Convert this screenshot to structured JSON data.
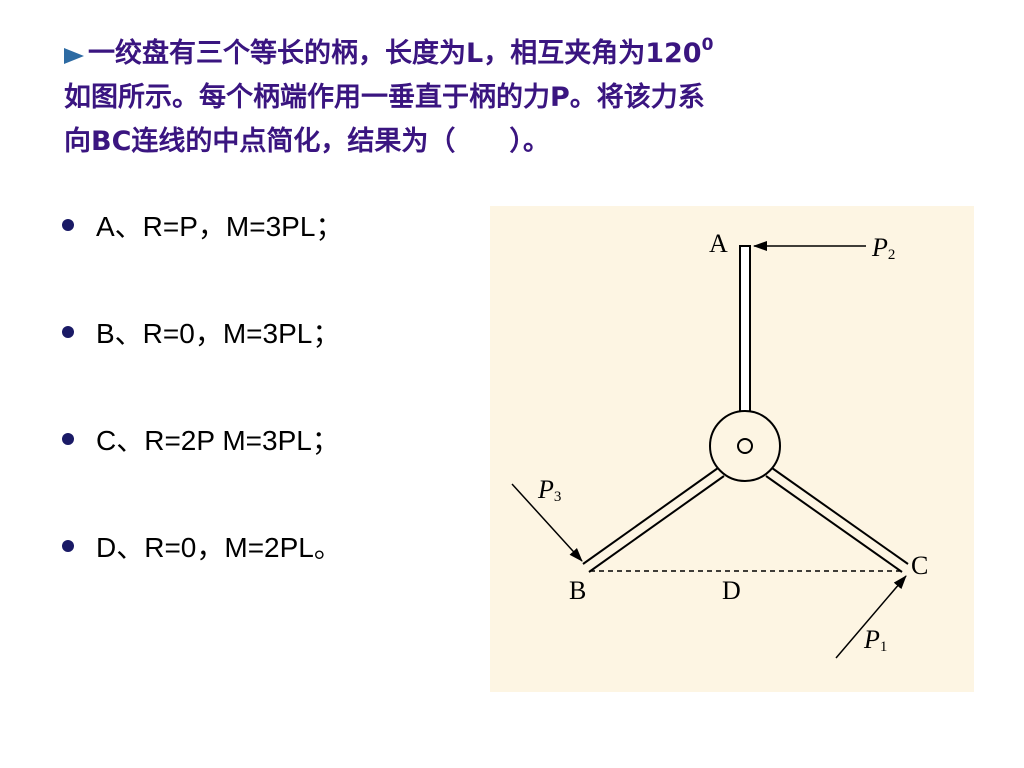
{
  "question": {
    "line1_prefix": "一绞盘有三个等长的柄，长度为",
    "line1_L": "L",
    "line1_mid": "，相互夹角为",
    "angle_value": "120",
    "angle_sup": "0",
    "line2_a": "如图所示。每个柄端作用一垂直于柄的力",
    "line2_P": "P",
    "line2_b": "。将该力系",
    "line3_a": "向",
    "line3_BC": "BC",
    "line3_b": "连线的中点简化，结果为（　　）。"
  },
  "options": [
    {
      "label": "A、R=P，M=3PL；"
    },
    {
      "label": "B、R=0，M=3PL；"
    },
    {
      "label": "C、R=2P  M=3PL；"
    },
    {
      "label": "D、R=0，M=2PL。"
    }
  ],
  "diagram": {
    "point_labels": {
      "A": "A",
      "B": "B",
      "C": "C",
      "D": "D"
    },
    "forces": {
      "P1": {
        "letter": "P",
        "sub": "1"
      },
      "P2": {
        "letter": "P",
        "sub": "2"
      },
      "P3": {
        "letter": "P",
        "sub": "3"
      }
    },
    "colors": {
      "background": "#fdf5e3",
      "question_text": "#3a1580"
    }
  }
}
